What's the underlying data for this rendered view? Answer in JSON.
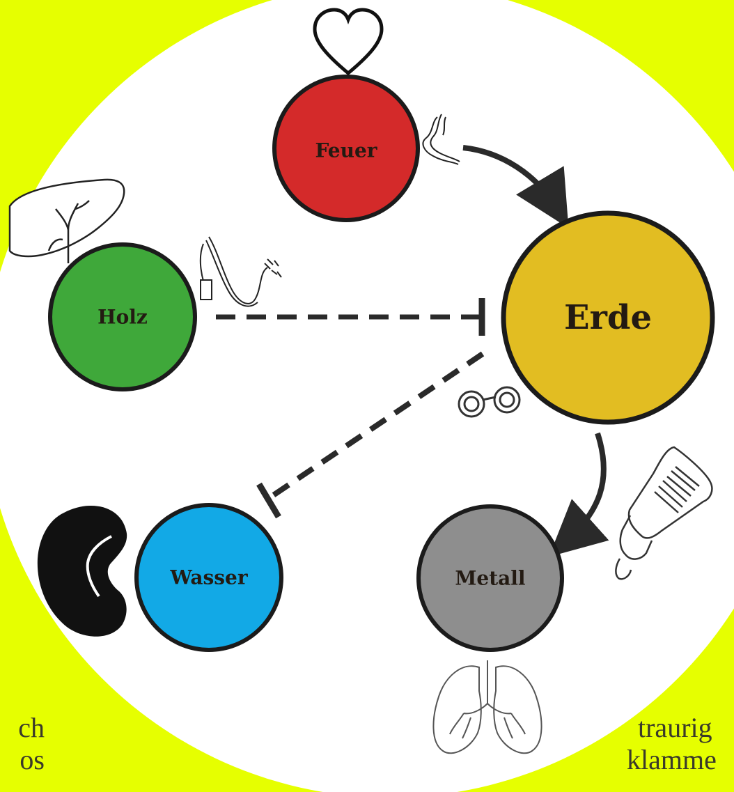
{
  "colors": {
    "background": "#e6ff00",
    "disc": "#ffffff",
    "feuer": "#d42a2a",
    "erde": "#e2bd22",
    "holz": "#3fa83a",
    "wasser": "#12a9e6",
    "metall": "#8e8e8e",
    "stroke": "#1b1b1b"
  },
  "nodes": {
    "feuer": {
      "label": "Feuer"
    },
    "erde": {
      "label": "Erde"
    },
    "holz": {
      "label": "Holz"
    },
    "wasser": {
      "label": "Wasser"
    },
    "metall": {
      "label": "Metall"
    }
  },
  "icons": {
    "heart": "heart-icon",
    "stomach": "stomach-icon",
    "liver": "liver-icon",
    "whip": "whip-icon",
    "handcuffs": "handcuffs-icon",
    "bottle": "baby-bottle-icon",
    "kidney": "kidney-icon",
    "lungs": "lungs-icon"
  },
  "corner_text": {
    "left_line1": "ch",
    "left_line2": "os",
    "right_line1": "traurig",
    "right_line2": "klamme"
  }
}
